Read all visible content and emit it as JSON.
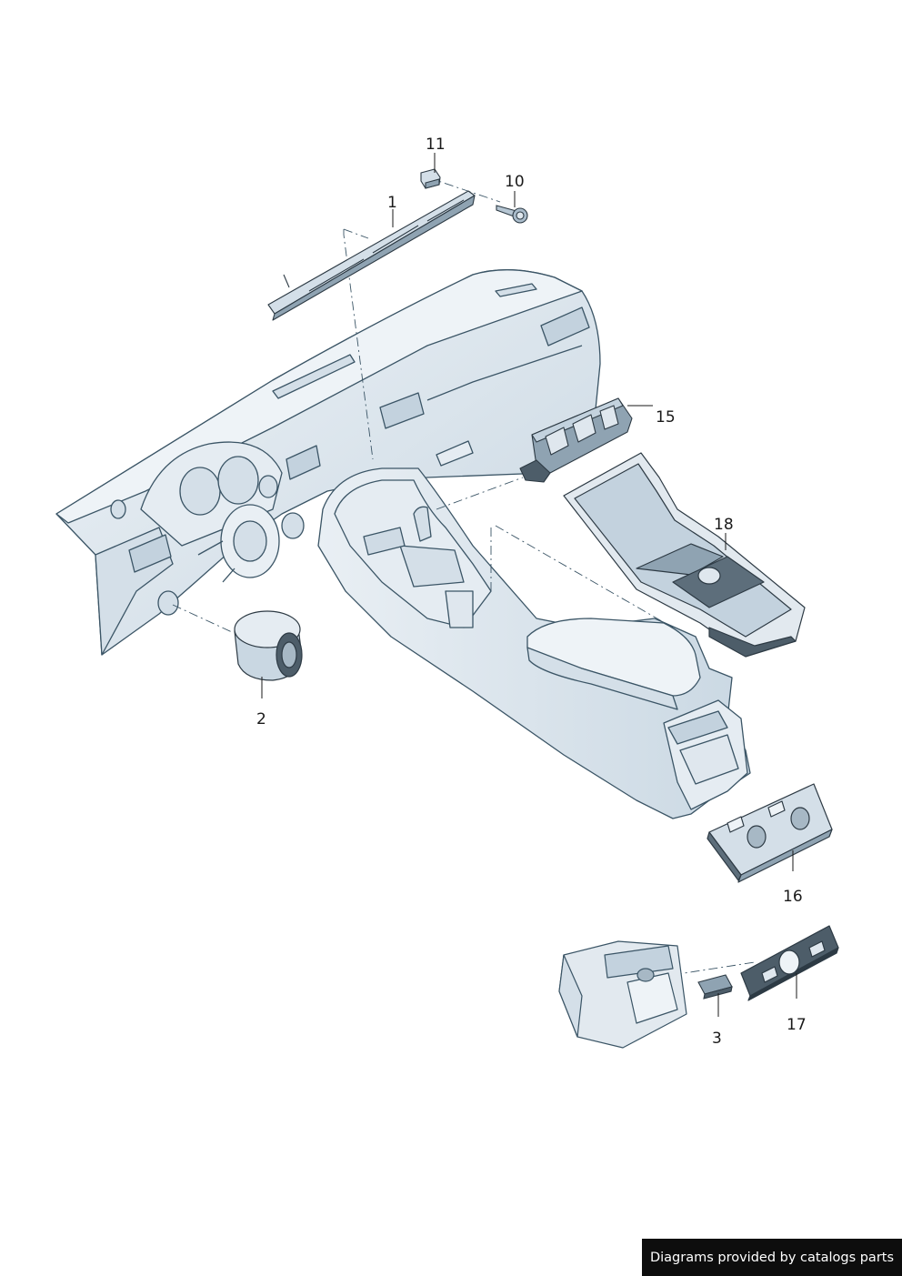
{
  "callouts": {
    "c11": "11",
    "c10": "10",
    "c1": "1",
    "c15": "15",
    "c18": "18",
    "c2": "2",
    "c16": "16",
    "c17": "17",
    "c3": "3"
  },
  "credit": "Diagrams provided by catalogs parts",
  "colors": {
    "part_fill": "#dfe7ee",
    "part_shade": "#c3d2de",
    "outline": "#3b5566",
    "dark": "#2d3a44",
    "leader": "#1a1a1a"
  }
}
